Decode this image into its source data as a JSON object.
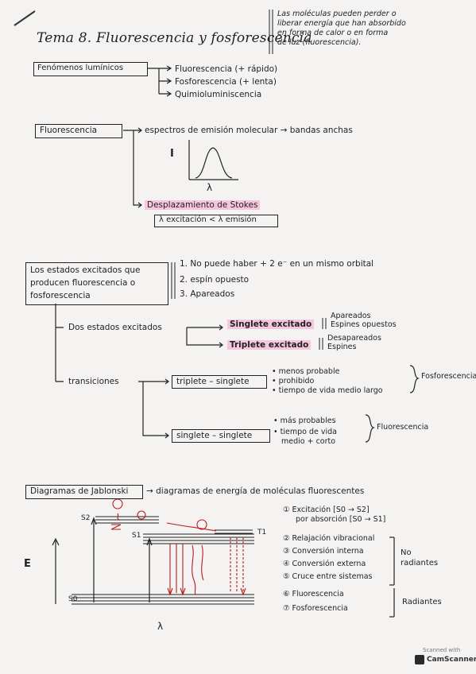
{
  "header": {
    "title": "Tema 8. Fluorescencia y fosforescencia",
    "note": [
      "Las moléculas pueden perder o",
      "liberar energía que han absorbido",
      "en forma de calor o en forma",
      "de luz (fluorescencia)."
    ]
  },
  "luminicos": {
    "label": "Fenómenos lumínicos",
    "items": [
      "Fluorescencia (+ rápido)",
      "Fosforescencia (+ lenta)",
      "Quimioluminiscencia"
    ]
  },
  "fluorescencia": {
    "label": "Fluorescencia",
    "espectro": "espectros de emisión molecular → bandas anchas",
    "axis_i": "I",
    "axis_lambda": "λ",
    "stokes": "Desplazamiento de Stokes",
    "stokes_rel": "λ excitación < λ emisión"
  },
  "estados": {
    "label": [
      "Los estados excitados que",
      "producen fluorescencia o",
      "fosforescencia"
    ],
    "rules": [
      "1. No puede haber + 2 e⁻ en un mismo orbital",
      "2. espín opuesto",
      "3. Apareados"
    ],
    "dos": "Dos estados excitados",
    "singlete": "Singlete excitado",
    "singlete_desc": [
      "Apareados",
      "Espines opuestos"
    ],
    "triplete": "Triplete excitado",
    "triplete_desc": [
      "Desapareados",
      "Espines"
    ],
    "transiciones": "transiciones",
    "ts_label": "triplete – singlete",
    "ts_props": [
      "• menos probable",
      "• prohibido",
      "• tiempo de vida medio largo"
    ],
    "ts_result": "Fosforescencia",
    "ss_label": "singlete – singlete",
    "ss_props": [
      "• más probables",
      "• tiempo de vida",
      "medio + corto"
    ],
    "ss_result": "Fluorescencia"
  },
  "jablonski": {
    "label": "Diagramas de Jablonski",
    "desc": "→ diagramas de energía de moléculas fluorescentes",
    "levels": [
      "S2",
      "S1",
      "T1",
      "S0"
    ],
    "axis_e": "E",
    "axis_lambda": "λ",
    "legend": [
      "① Excitación [S0 → S2]",
      "por absorción [S0 → S1]",
      "② Relajación vibracional",
      "③ Conversión interna",
      "④ Conversión externa",
      "⑤ Cruce entre sistemas",
      "⑥ Fluorescencia",
      "⑦ Fosforescencia"
    ],
    "no_rad": [
      "No",
      "radiantes"
    ],
    "rad": "Radiantes"
  },
  "watermark": {
    "line1": "Scanned with",
    "line2": "CamScanner"
  },
  "colors": {
    "ink": "#1f1f24",
    "highlight": "#f6c6dc",
    "red": "#b81c1c",
    "paper": "#f4f3f1"
  }
}
